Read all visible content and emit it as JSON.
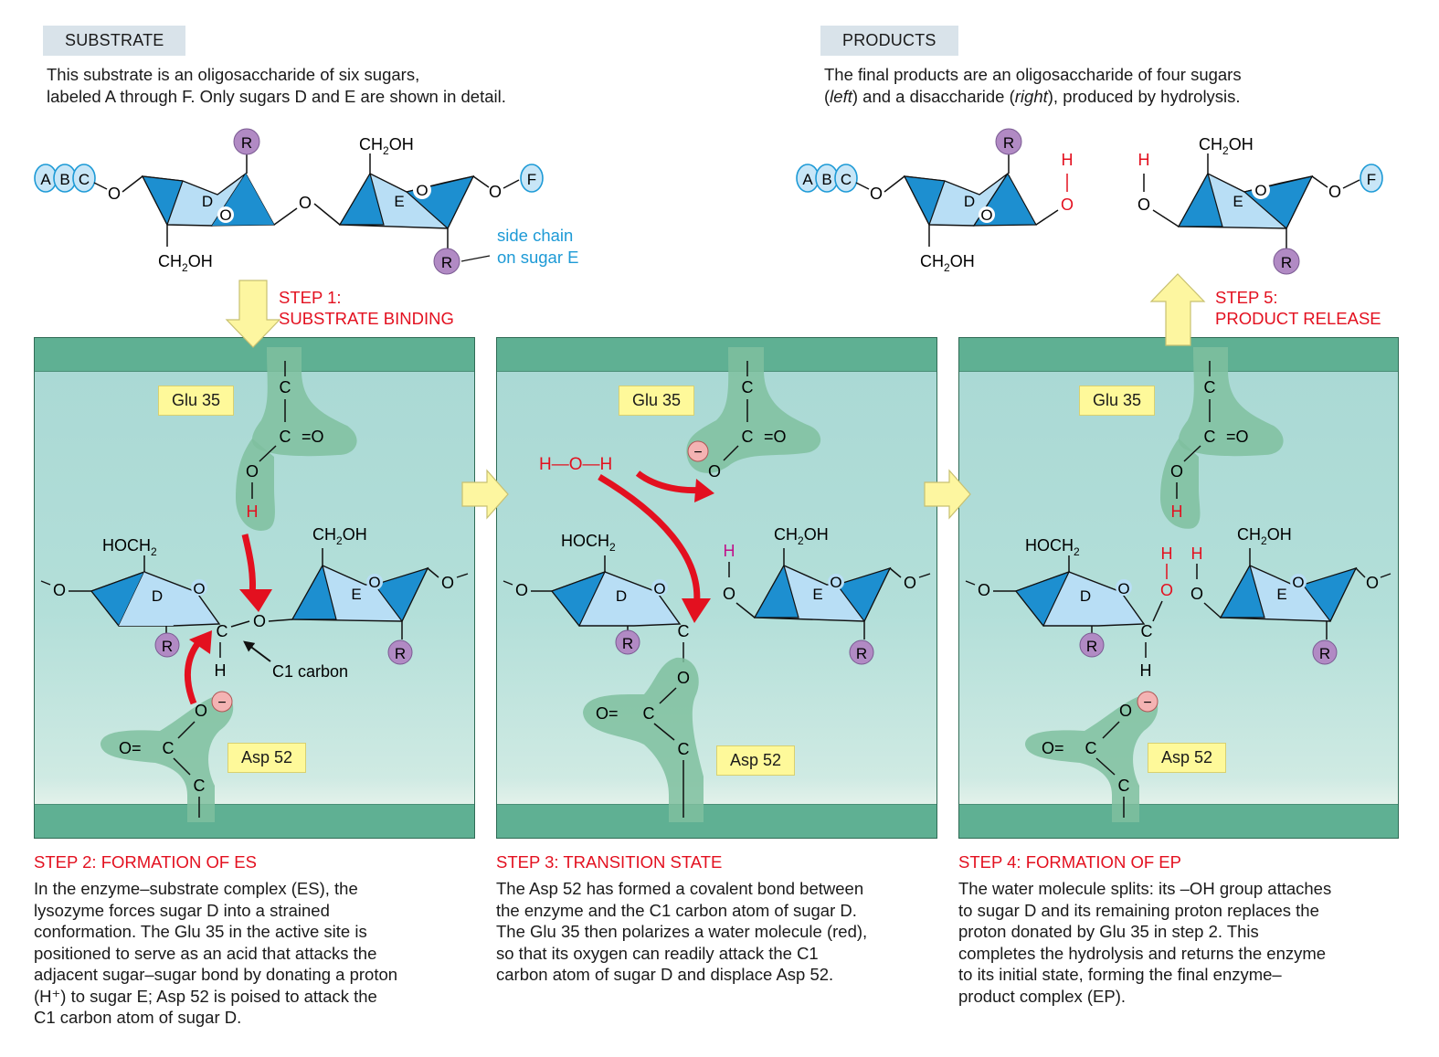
{
  "substrate": {
    "tag": "SUBSTRATE",
    "line1": "This substrate is an oligosaccharide of six sugars,",
    "line2": "labeled A through F. Only sugars D and E are shown in detail."
  },
  "products": {
    "tag": "PRODUCTS",
    "line1": "The final products are an oligosaccharide of four sugars",
    "line2_a": "(",
    "line2_left": "left",
    "line2_b": ") and a disaccharide (",
    "line2_right": "right",
    "line2_c": "), produced by hydrolysis."
  },
  "side_chain_note": {
    "line1": "side chain",
    "line2": "on sugar E"
  },
  "step1": {
    "line1": "STEP 1:",
    "line2": "SUBSTRATE BINDING"
  },
  "step5": {
    "line1": "STEP 5:",
    "line2": "PRODUCT RELEASE"
  },
  "labels": {
    "glu": "Glu 35",
    "asp": "Asp 52",
    "c1": "C1 carbon",
    "sugar_a": "A",
    "sugar_b": "B",
    "sugar_c": "C",
    "sugar_f": "F",
    "sugar_d": "D",
    "sugar_e": "E",
    "r": "R",
    "o": "O",
    "c": "C",
    "h": "H",
    "ch2oh_ch": "CH",
    "ch2oh_sub": "2",
    "ch2oh_oh": "OH",
    "hoch2_hoch": "HOCH",
    "hoch2_sub": "2",
    "eq_o": "=O",
    "o_eq": "O=",
    "h_o_h": "H—O—H",
    "minus": "−"
  },
  "step2": {
    "title": "STEP 2: FORMATION OF ES",
    "lines": [
      "In the enzyme–substrate complex (ES), the",
      "lysozyme forces sugar D into a strained",
      "conformation. The Glu 35 in the active site is",
      "positioned to serve as an acid that attacks the",
      "adjacent sugar–sugar bond by donating a proton",
      "(H⁺) to sugar E; Asp 52 is poised to attack the",
      "C1 carbon atom of sugar D."
    ]
  },
  "step3": {
    "title": "STEP 3: TRANSITION STATE",
    "lines": [
      "The Asp 52 has formed a covalent bond between",
      "the enzyme and the C1 carbon atom of sugar D.",
      "The Glu 35 then polarizes a water molecule (red),",
      "so that its oxygen can readily attack the C1",
      "carbon atom of sugar D and displace Asp 52."
    ]
  },
  "step4": {
    "title": "STEP 4: FORMATION OF EP",
    "lines": [
      "The water molecule splits: its –OH group attaches",
      "to sugar D and its remaining proton replaces the",
      "proton donated by Glu 35 in step 2. This",
      "completes the hydrolysis and returns the enzyme",
      "to its initial state, forming the final enzyme–",
      "product complex (EP)."
    ]
  },
  "colors": {
    "sugar_light": "#b8def5",
    "sugar_dark": "#1d8fd0",
    "r_purple": "#b18ac4",
    "panel_band": "#5fb093",
    "residue": "#7fbf9f",
    "arrow_red": "#e3101f",
    "arrow_yellow": "#fdf6a0"
  }
}
